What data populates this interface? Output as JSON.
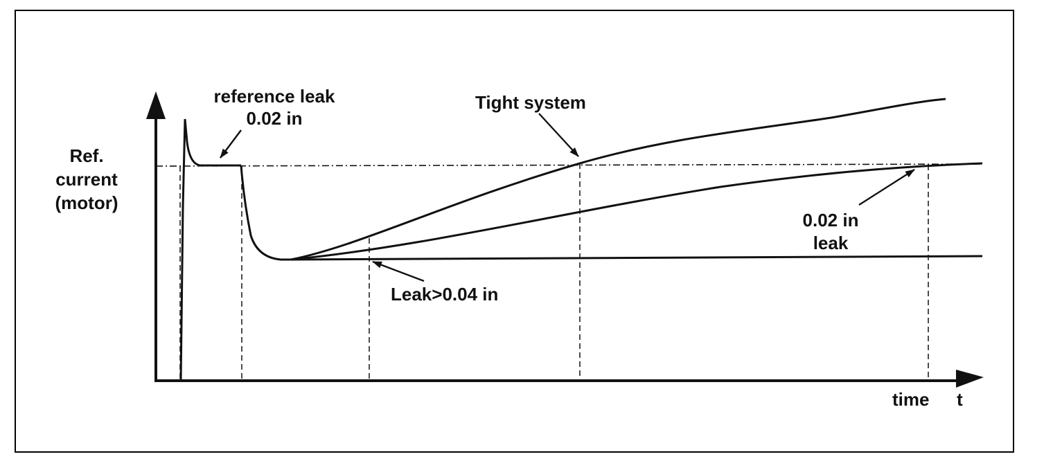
{
  "diagram": {
    "y_axis_label": [
      "Ref.",
      "current",
      "(motor)"
    ],
    "x_axis_label": "time",
    "x_axis_symbol": "t",
    "annotations": {
      "reference_leak": [
        "reference leak",
        "0.02 in"
      ],
      "tight_system": "Tight system",
      "leak_small": [
        "0.02 in",
        "leak"
      ],
      "leak_large": "Leak>0.04 in"
    },
    "curves": [
      "Tight system",
      "0.02 in leak",
      "Leak>0.04 in"
    ],
    "colors": {
      "stroke": "#111111",
      "background": "#ffffff"
    }
  }
}
